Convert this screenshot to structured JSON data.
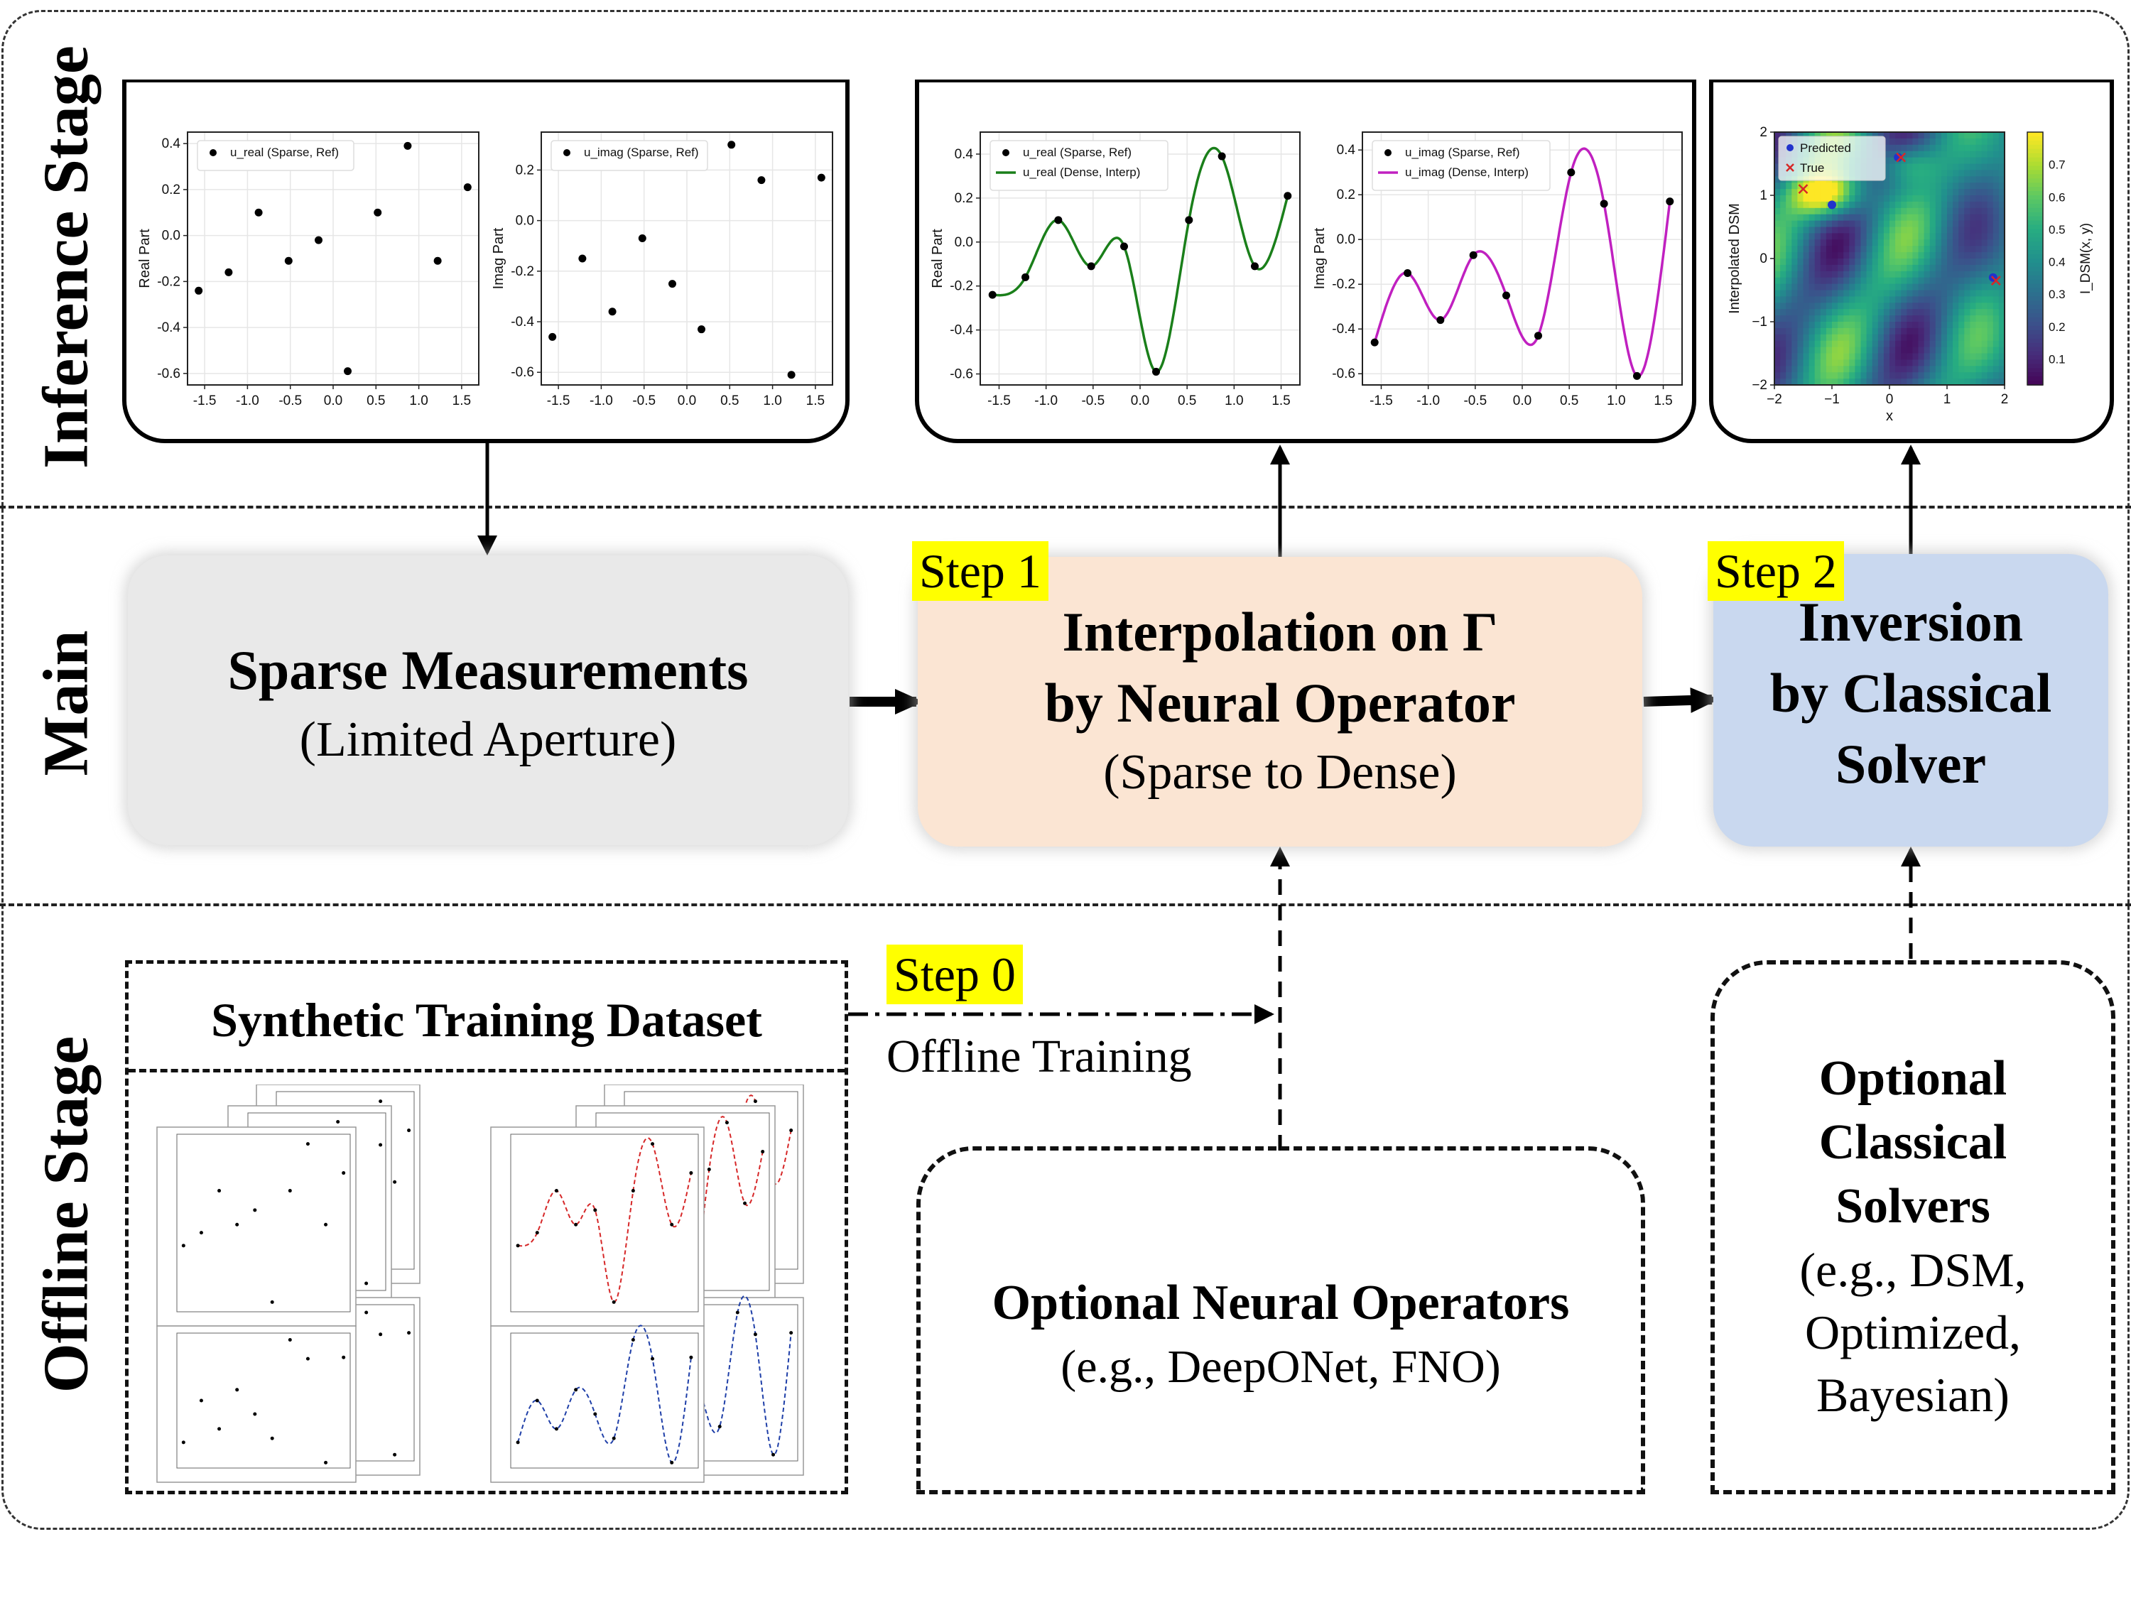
{
  "stages": {
    "inference": "Inference Stage",
    "main": "Main",
    "offline": "Offline Stage"
  },
  "main_boxes": {
    "sparse": {
      "title": "Sparse Measurements",
      "subtitle": "(Limited Aperture)"
    },
    "interp": {
      "title_line1": "Interpolation on Γ",
      "title_line2": "by Neural Operator",
      "subtitle": "(Sparse to Dense)"
    },
    "inversion": {
      "title_line1": "Inversion",
      "title_line2": "by Classical",
      "title_line3": "Solver"
    }
  },
  "steps": {
    "step0": "Step 0",
    "step1": "Step 1",
    "step2": "Step 2"
  },
  "offline": {
    "dataset_title": "Synthetic Training Dataset",
    "training_label": "Offline Training",
    "neural_ops_title": "Optional Neural Operators",
    "neural_ops_sub": "(e.g., DeepONet, FNO)",
    "classical_title_1": "Optional",
    "classical_title_2": "Classical",
    "classical_title_3": "Solvers",
    "classical_sub_1": "(e.g., DSM,",
    "classical_sub_2": "Optimized,",
    "classical_sub_3": "Bayesian)"
  },
  "colors": {
    "sparse_box": "#e9e9e9",
    "interp_box": "#fbe5d3",
    "inversion_box": "#c9d8ef",
    "step_highlight": "#ffff00",
    "green_series": "#1a7f1a",
    "magenta_series": "#c020c0",
    "red_series": "#d62728",
    "blue_series": "#1f3fa8"
  },
  "chart_data": [
    {
      "type": "scatter",
      "legend": "u_real (Sparse, Ref)",
      "ylabel": "Real Part",
      "x": [
        -1.57,
        -1.22,
        -0.87,
        -0.52,
        -0.17,
        0.17,
        0.52,
        0.87,
        1.22,
        1.57
      ],
      "y": [
        -0.24,
        -0.16,
        0.1,
        -0.11,
        -0.02,
        -0.59,
        0.1,
        0.39,
        -0.11,
        0.21
      ],
      "xlim": [
        -1.7,
        1.7
      ],
      "ylim": [
        -0.65,
        0.45
      ],
      "xticks": [
        "-1.5",
        "-1.0",
        "-0.5",
        "0.0",
        "0.5",
        "1.0",
        "1.5"
      ],
      "yticks": [
        "-0.6",
        "-0.4",
        "-0.2",
        "0.0",
        "0.2",
        "0.4"
      ]
    },
    {
      "type": "scatter",
      "legend": "u_imag (Sparse, Ref)",
      "ylabel": "Imag Part",
      "x": [
        -1.57,
        -1.22,
        -0.87,
        -0.52,
        -0.17,
        0.17,
        0.52,
        0.87,
        1.22,
        1.57
      ],
      "y": [
        -0.46,
        -0.15,
        -0.36,
        -0.07,
        -0.25,
        -0.43,
        0.3,
        0.16,
        -0.61,
        0.17
      ],
      "xlim": [
        -1.7,
        1.7
      ],
      "ylim": [
        -0.65,
        0.35
      ],
      "xticks": [
        "-1.5",
        "-1.0",
        "-0.5",
        "0.0",
        "0.5",
        "1.0",
        "1.5"
      ],
      "yticks": [
        "-0.6",
        "-0.4",
        "-0.2",
        "0.0",
        "0.2"
      ]
    },
    {
      "type": "line",
      "legend": [
        "u_real (Sparse, Ref)",
        "u_real (Dense, Interp)"
      ],
      "ylabel": "Real Part",
      "x": [
        -1.57,
        -1.22,
        -0.87,
        -0.52,
        -0.17,
        0.17,
        0.52,
        0.87,
        1.22,
        1.57
      ],
      "y": [
        -0.24,
        -0.16,
        0.1,
        -0.11,
        -0.02,
        -0.59,
        0.1,
        0.39,
        -0.11,
        0.21
      ],
      "xlim": [
        -1.7,
        1.7
      ],
      "ylim": [
        -0.65,
        0.5
      ],
      "xticks": [
        "-1.5",
        "-1.0",
        "-0.5",
        "0.0",
        "0.5",
        "1.0",
        "1.5"
      ],
      "yticks": [
        "-0.6",
        "-0.4",
        "-0.2",
        "0.0",
        "0.2",
        "0.4"
      ]
    },
    {
      "type": "line",
      "legend": [
        "u_imag (Sparse, Ref)",
        "u_imag (Dense, Interp)"
      ],
      "ylabel": "Imag Part",
      "x": [
        -1.57,
        -1.22,
        -0.87,
        -0.52,
        -0.17,
        0.17,
        0.52,
        0.87,
        1.22,
        1.57
      ],
      "y": [
        -0.46,
        -0.15,
        -0.36,
        -0.07,
        -0.25,
        -0.43,
        0.3,
        0.16,
        -0.61,
        0.17
      ],
      "xlim": [
        -1.7,
        1.7
      ],
      "ylim": [
        -0.65,
        0.48
      ],
      "xticks": [
        "-1.5",
        "-1.0",
        "-0.5",
        "0.0",
        "0.5",
        "1.0",
        "1.5"
      ],
      "yticks": [
        "-0.6",
        "-0.4",
        "-0.2",
        "0.0",
        "0.2",
        "0.4"
      ]
    },
    {
      "type": "heatmap",
      "xlabel": "x",
      "ylabel": "Interpolated DSM",
      "colorbar_label": "I_DSM(x, y)",
      "xlim": [
        -2,
        2
      ],
      "ylim": [
        -2,
        2
      ],
      "xticks": [
        "-2",
        "-1",
        "0",
        "1",
        "2"
      ],
      "yticks": [
        "-2",
        "-1",
        "0",
        "1",
        "2"
      ],
      "colorbar_ticks": [
        "0.1",
        "0.2",
        "0.3",
        "0.4",
        "0.5",
        "0.6",
        "0.7"
      ],
      "legend": [
        "Predicted",
        "True"
      ],
      "predicted": [
        [
          -1.0,
          0.85
        ],
        [
          0.15,
          1.6
        ],
        [
          1.8,
          -0.3
        ]
      ],
      "true": [
        [
          -1.5,
          1.1
        ],
        [
          0.2,
          1.6
        ],
        [
          1.85,
          -0.35
        ]
      ]
    }
  ]
}
